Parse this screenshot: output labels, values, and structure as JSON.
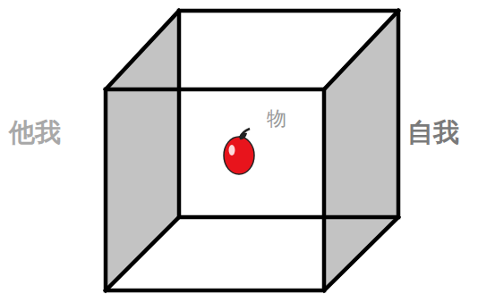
{
  "diagram": {
    "labels": [
      "他我",
      "物",
      "自我"
    ]
  }
}
